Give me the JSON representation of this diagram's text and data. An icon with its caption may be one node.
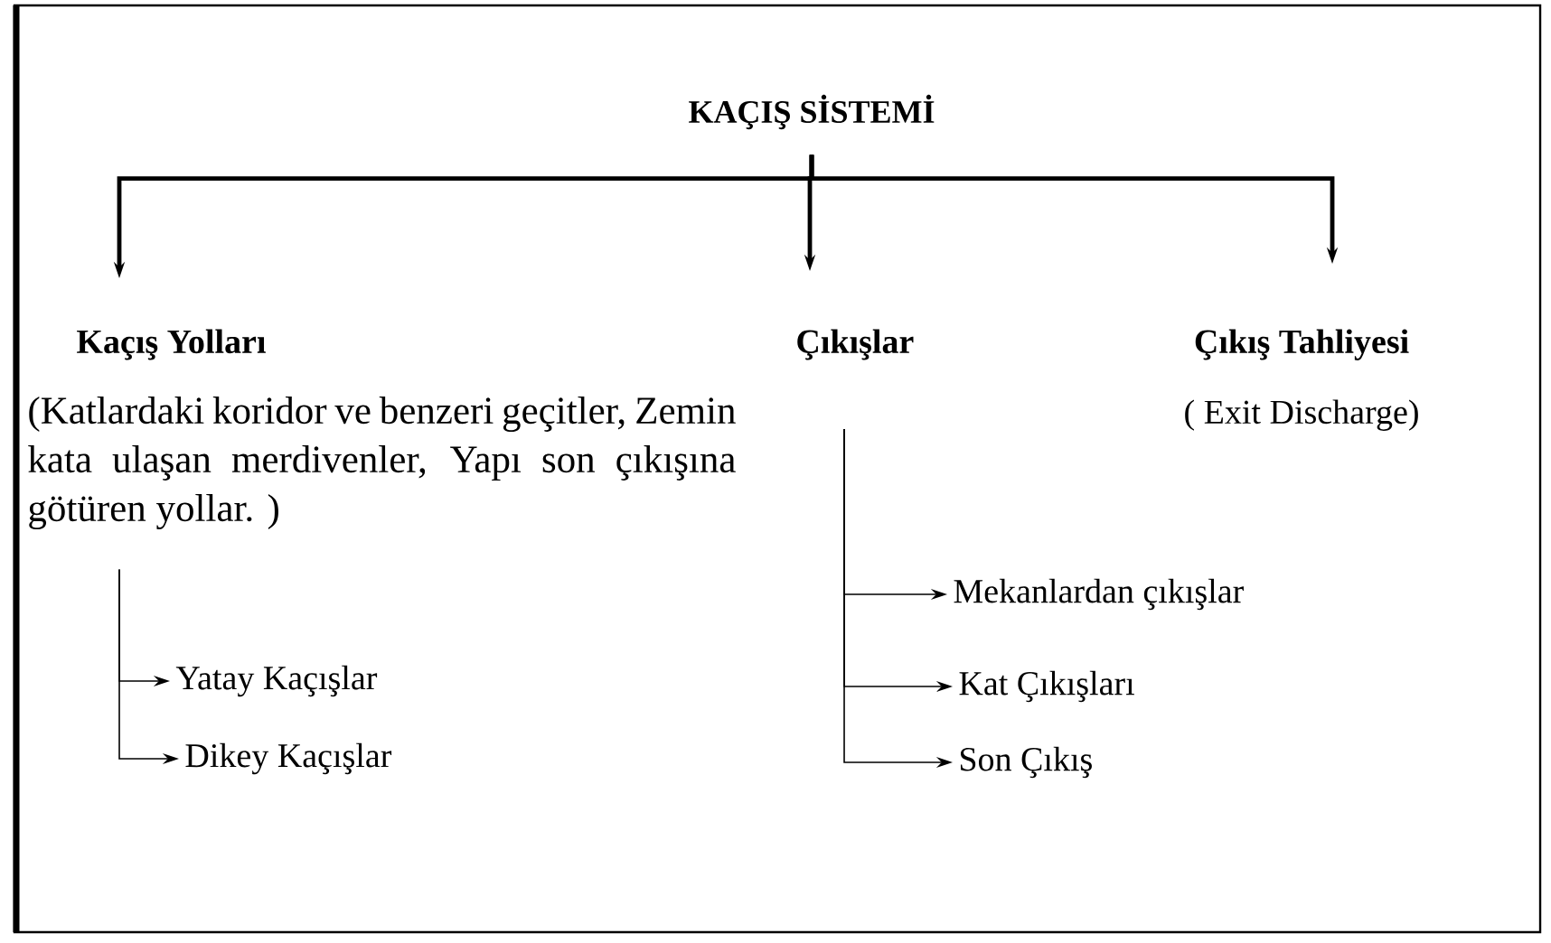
{
  "diagram": {
    "nodes": [
      {
        "text": [
          "KAÇIŞ SİSTEMİ"
        ]
      },
      {
        "text": [
          "Kaçış Yolları",
          "(Katlardaki koridor ve benzeri geçitler, Zemin kata ulaşan merdivenler, Yapı son çıkışına götüren yollar. )"
        ]
      },
      {
        "text": [
          "Çıkışlar"
        ]
      },
      {
        "text": [
          "Çıkış Tahliyesi",
          "( Exit Discharge)"
        ]
      },
      {
        "text": [
          "Yatay Kaçışlar"
        ]
      },
      {
        "text": [
          "Dikey Kaçışlar"
        ]
      },
      {
        "text": [
          "Mekanlardan çıkışlar"
        ]
      },
      {
        "text": [
          "Kat Çıkışları"
        ]
      },
      {
        "text": [
          "Son Çıkış"
        ]
      }
    ],
    "edges": [
      {
        "from": 0,
        "to": 1,
        "arrow": "to",
        "style": "thick"
      },
      {
        "from": 0,
        "to": 2,
        "arrow": "to",
        "style": "thick"
      },
      {
        "from": 0,
        "to": 3,
        "arrow": "to",
        "style": "thick"
      },
      {
        "from": 1,
        "to": 4,
        "arrow": "to"
      },
      {
        "from": 1,
        "to": 5,
        "arrow": "to"
      },
      {
        "from": 2,
        "to": 6,
        "arrow": "to"
      },
      {
        "from": 2,
        "to": 7,
        "arrow": "to"
      },
      {
        "from": 2,
        "to": 8,
        "arrow": "to"
      }
    ]
  }
}
